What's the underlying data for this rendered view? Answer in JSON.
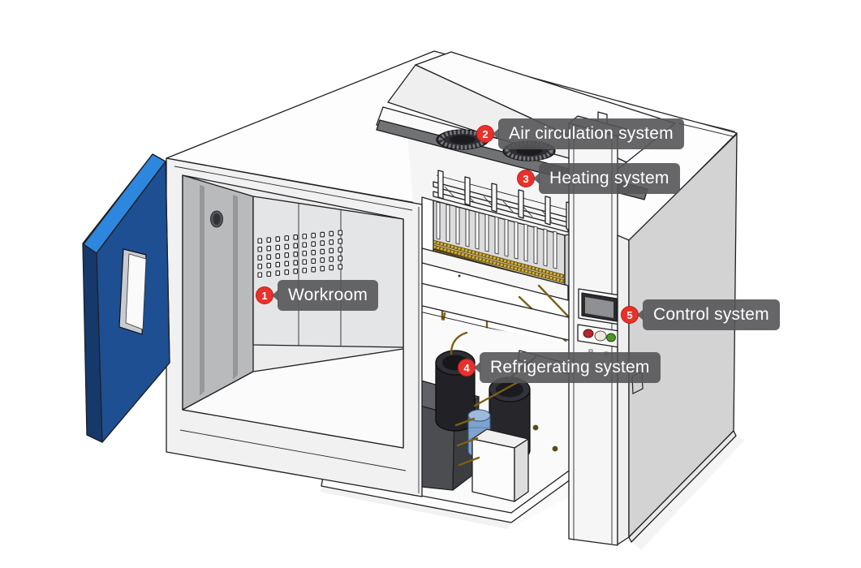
{
  "diagram": {
    "kind": "environmental-test-chamber-cutaway",
    "callouts": [
      {
        "number": "1",
        "label": "Workroom"
      },
      {
        "number": "2",
        "label": "Air circulation system"
      },
      {
        "number": "3",
        "label": "Heating system"
      },
      {
        "number": "4",
        "label": "Refrigerating system"
      },
      {
        "number": "5",
        "label": "Control system"
      }
    ],
    "colors": {
      "callout_bg": "#58585B",
      "callout_text": "#FFFFFF",
      "badge_red": "#E8312A",
      "door_blue_face": "#1D4F92",
      "door_blue_edge": "#2E87DE",
      "door_blue_dark": "#15396B",
      "cabinet_side_gray": "#D3D3D3",
      "pipe_gold": "#7D5F15",
      "compressor_black": "#26262B",
      "condenser_gray": "#4B4D50",
      "receiver_blue": "#7FA3CF",
      "background": "#FFFFFF"
    }
  }
}
